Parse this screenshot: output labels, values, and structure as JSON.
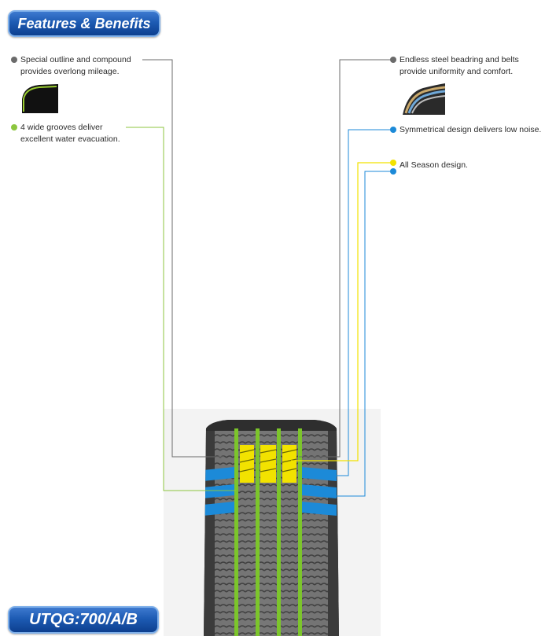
{
  "header": {
    "title": "Features & Benefits"
  },
  "footer": {
    "utqg": "UTQG:700/A/B"
  },
  "callouts": {
    "outline": {
      "line1": "Special outline and compound",
      "line2": "provides overlong mileage.",
      "dot_color": "#6b6b6b",
      "icon": "tire-profile-icon"
    },
    "grooves": {
      "line1": "4  wide grooves deliver",
      "line2": "excellent water evacuation.",
      "dot_color": "#8cc63f"
    },
    "steel": {
      "line1": "Endless steel beadring and belts",
      "line2": "provide uniformity and comfort.",
      "dot_color": "#6b6b6b",
      "icon": "steel-belt-cutaway-icon"
    },
    "symmetrical": {
      "line1": "Symmetrical design delivers low noise.",
      "dot_color": "#1c8ad8"
    },
    "season": {
      "line1": "All Season design.",
      "dot_color": "#f2e200"
    }
  },
  "colors": {
    "grey": "#6b6b6b",
    "green": "#8cc63f",
    "blue": "#1c8ad8",
    "yellow": "#f2e200",
    "pill": "#1d5bb3"
  }
}
